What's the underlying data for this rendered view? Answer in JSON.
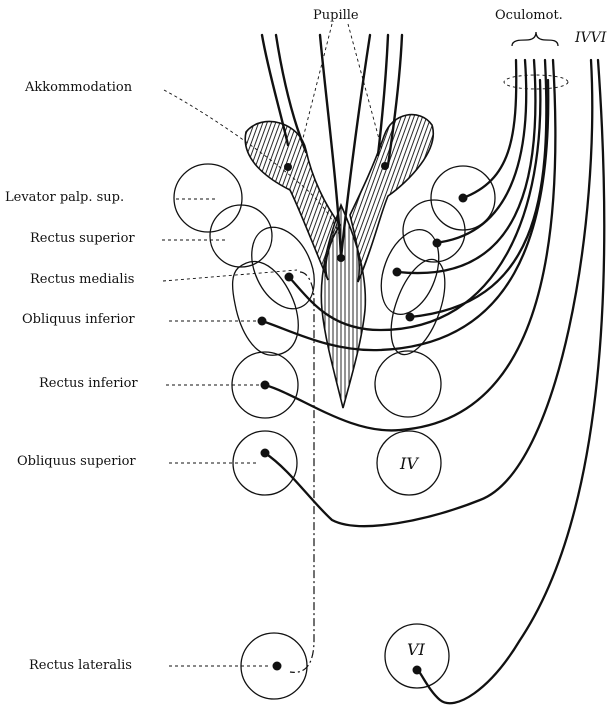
{
  "labels": {
    "pupille": "Pupille",
    "oculomot": "Oculomot.",
    "iv_vi_top": "IVVI",
    "akkommodation": "Akkommodation",
    "levator": "Levator palp. sup.",
    "rectus_superior": "Rectus superior",
    "rectus_medialis": "Rectus medialis",
    "obliquus_inferior": "Obliquus inferior",
    "rectus_inferior": "Rectus inferior",
    "obliquus_superior": "Obliquus superior",
    "rectus_lateralis": "Rectus lateralis"
  },
  "nuclei": {
    "iv": "IV",
    "vi": "VI"
  },
  "colors": {
    "ink": "#111111",
    "paper": "#ffffff"
  }
}
